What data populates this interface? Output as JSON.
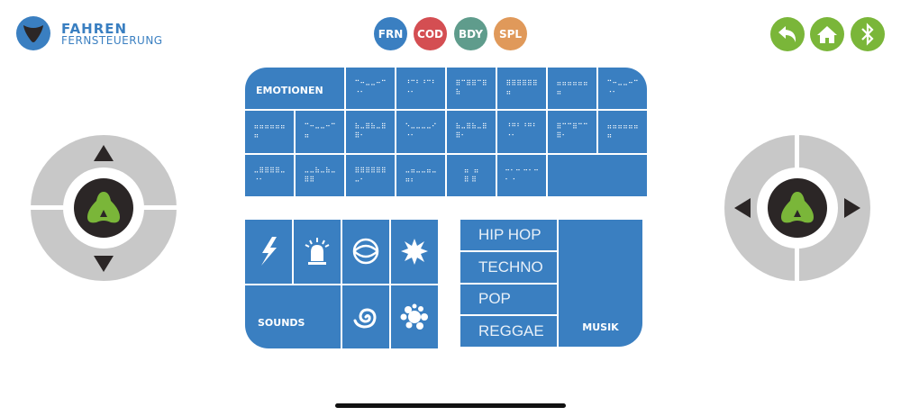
{
  "header": {
    "title": "FAHREN",
    "subtitle": "FERNSTEUERUNG"
  },
  "modes": [
    {
      "label": "FRN",
      "color": "#3a7fc1"
    },
    {
      "label": "COD",
      "color": "#d44e52"
    },
    {
      "label": "BDY",
      "color": "#5f9c8c"
    },
    {
      "label": "SPL",
      "color": "#e0995a"
    }
  ],
  "nav": [
    "back-icon",
    "home-icon",
    "bluetooth-icon"
  ],
  "emotions": {
    "label": "EMOTIONEN",
    "faces": [
      "⠉⠒⠤⠤⠒⠉\n⠐⠂",
      "⠘⠉⠃⠘⠉⠃\n⠐⠂",
      "⠿⠉⠿⠿⠉⠿\n⠷",
      "⠿⠿⠿⠿⠿⠿\n⠶",
      "⠶⠶⠶⠶⠶⠶\n⠶",
      "⠉⠒⠤⠤⠒⠉\n⠐⠂",
      "⠶⠶⠶⠶⠶⠶\n⠶",
      "⠉⠒⠤⠤⠒⠉\n⠶",
      "⠷⠤⠿⠷⠤⠿\n⠿⠂",
      "⠑⠤⠤⠤⠤⠊\n⠐⠂",
      "⠷⠤⠿⠷⠤⠿\n⠿⠂",
      "⠘⠛⠃⠘⠛⠃\n⠐⠂",
      "⠿⠉⠉⠿⠉⠉\n⠿⠂",
      "⠶⠶⠶⠶⠶⠶\n⠶",
      "⠤⠿⠿⠿⠿⠤\n⠐⠂",
      "⠤⠤⠷⠤⠷⠤\n⠿⠿",
      "⠿⠿⠿⠿⠿⠿\n⠤⠂",
      "⠤⠶⠤⠤⠶⠤\n⠶⠆",
      "⠶  ⠶\n⠿ ⠿",
      "⠒⠂⠒ ⠒⠂⠒\n⠂ ⠂"
    ]
  },
  "sounds": {
    "label": "SOUNDS",
    "icons": [
      "lightning-icon",
      "siren-icon",
      "ball-icon",
      "explosion-icon",
      "spiral-icon",
      "splat-icon"
    ]
  },
  "music": {
    "label": "MUSIK",
    "genres": [
      "HIP HOP",
      "TECHNO",
      "POP",
      "REGGAE"
    ]
  }
}
